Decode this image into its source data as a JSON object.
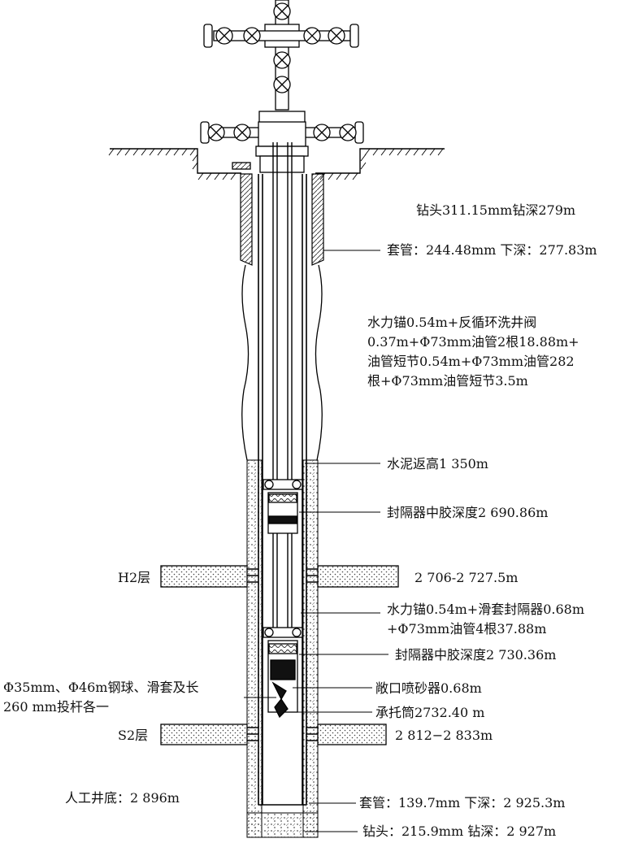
{
  "labels": {
    "bit_surface": "钻头311.15mm钻深279m",
    "casing_surface": "套管：244.48mm 下深：277.83m",
    "string_line1": "水力锚0.54m+反循环洗井阀",
    "string_line2": "0.37m+Φ73mm油管2根18.88m+",
    "string_line3": "油管短节0.54m+Φ73mm油管282",
    "string_line4": "根+Φ73mm油管短节3.5m",
    "cement_top": "水泥返高1 350m",
    "packer1": "封隔器中胶深度2 690.86m",
    "h2_name": "H2层",
    "h2_depth": "2 706-2 727.5m",
    "lower_line1": "水力锚0.54m+滑套封隔器0.68m",
    "lower_line2": "+Φ73mm油管4根37.88m",
    "packer2": "封隔器中胶深度2 730.36m",
    "ball_line1": "Φ35mm、Φ46m钢球、滑套及长",
    "ball_line2": "260 mm投杆各一",
    "sand_blaster": "敞口喷砂器0.68m",
    "holder": "承托筒2732.40 m",
    "s2_name": "S2层",
    "s2_depth": "2 812−2 833m",
    "artificial_bottom": "人工井底：2 896m",
    "casing_prod": "套管：139.7mm 下深：2 925.3m",
    "bit_prod": "钻头：215.9mm 钻深：2 927m"
  }
}
